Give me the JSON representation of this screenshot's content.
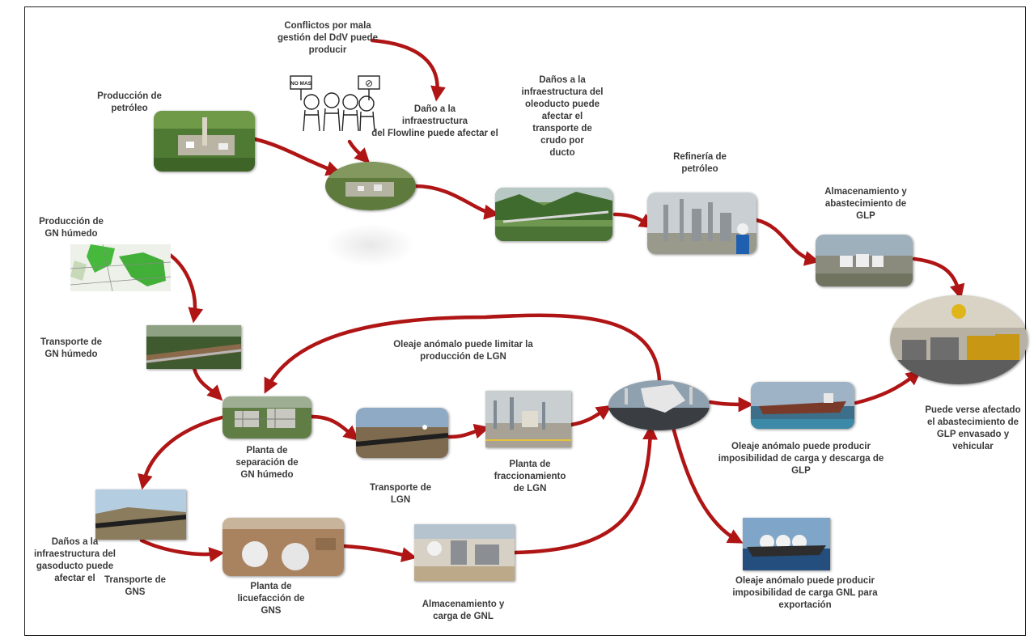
{
  "colors": {
    "arrow": "#b01515",
    "text": "#3a3a3a",
    "border": "#222222"
  },
  "labels": {
    "conflictos": "Conflictos por mala\ngestión del DdV puede\nproducir",
    "produccion_petroleo": "Producción de\npetróleo",
    "dano_flowline": "Daño a la\ninfraestructura\ndel Flowline puede afectar el",
    "dano_oleoducto": "Daños a  la\ninfraestructura del\noleoducto puede\nafectar  el\ntransporte de\ncrudo por\nducto",
    "refineria": "Refinería de\npetróleo",
    "almacenamiento_glp": "Almacenamiento y\nabastecimiento de\nGLP",
    "produccion_gn": "Producción de\nGN húmedo",
    "transporte_gn": "Transporte de\nGN húmedo",
    "oleaje_lgn": "Oleaje anómalo puede  limitar la\nproducción de  LGN",
    "puede_verse": "Puede verse afectado\nel abastecimiento de\nGLP envasado y\nvehicular",
    "planta_separacion": "Planta de\nseparación  de\nGN húmedo",
    "transporte_lgn": "Transporte de\nLGN",
    "planta_fraccionamiento": "Planta de\nfraccionamiento\nde LGN",
    "oleaje_glp": "Oleaje anómalo puede producir\nimposibilidad de carga  y descarga de\nGLP",
    "danos_gasoducto": "Daños a  la\ninfraestructura del\ngasoducto puede\nafectar  el",
    "transporte_gns": "Transporte de\nGNS",
    "planta_licuefaccion": "Planta de\nlicuefacción  de\nGNS",
    "almacenamiento_gnl": "Almacenamiento y\ncarga de  GNL",
    "oleaje_gnl": "Oleaje anómalo puede producir\nimposibilidad de carga  GNL para\nexportación"
  },
  "sign_texts": {
    "sign_left": "NO\nMAS",
    "sign_right": "⊘"
  }
}
